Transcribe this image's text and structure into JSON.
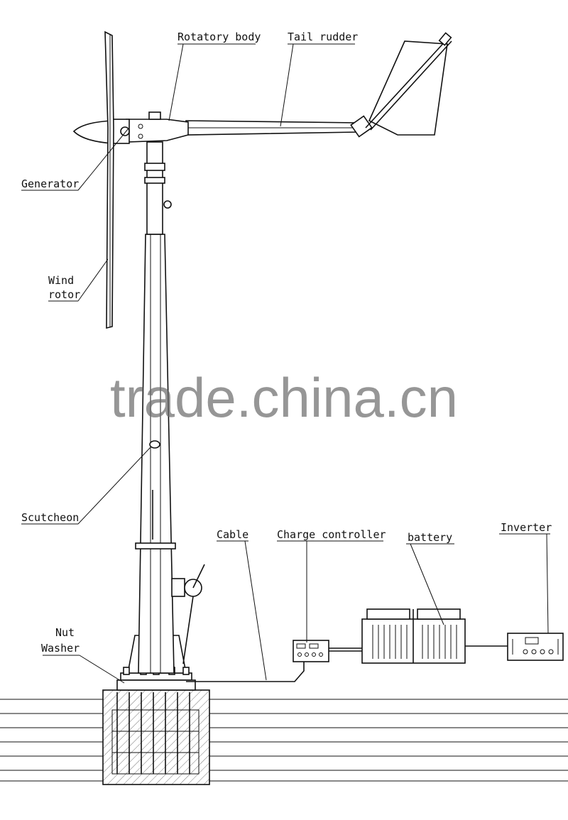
{
  "labels": {
    "rotatory_body": "Rotatory body",
    "tail_rudder": "Tail rudder",
    "generator": "Generator",
    "wind_rotor_line1": "Wind",
    "wind_rotor_line2": "rotor",
    "scutcheon": "Scutcheon",
    "nut": "Nut",
    "washer": "Washer",
    "cable": "Cable",
    "charge_controller": "Charge controller",
    "battery": "battery",
    "inverter": "Inverter"
  },
  "watermark": "trade.china.cn"
}
